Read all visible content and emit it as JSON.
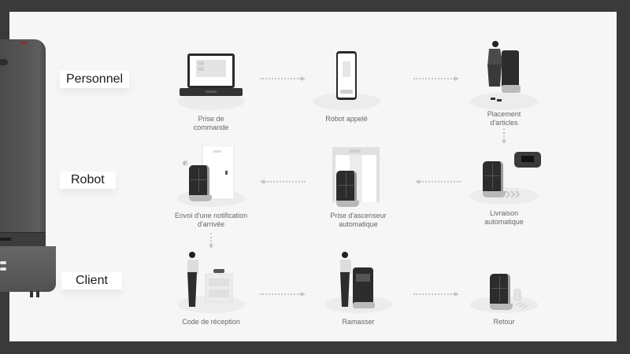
{
  "roles": [
    {
      "id": "personnel",
      "label": "Personnel"
    },
    {
      "id": "robot",
      "label": "Robot"
    },
    {
      "id": "client",
      "label": "Client"
    }
  ],
  "steps": {
    "prise_commande": {
      "caption_l1": "Prise de",
      "caption_l2": "commande",
      "icon": "laptop-icon"
    },
    "robot_appele": {
      "caption_l1": "Robot appelé",
      "caption_l2": "",
      "icon": "smartphone-icon"
    },
    "placement": {
      "caption_l1": "Placement",
      "caption_l2": "d'articles",
      "icon": "staff-loading-robot-icon"
    },
    "livraison": {
      "caption_l1": "Livraison",
      "caption_l2": "automatique",
      "icon": "robot-moving-icon"
    },
    "ascenseur": {
      "caption_l1": "Prise d'ascenseur",
      "caption_l2": "automatique",
      "icon": "elevator-robot-icon"
    },
    "notification": {
      "caption_l1": "Envoi d'une notification",
      "caption_l2": "d'arrivée",
      "icon": "robot-at-door-icon"
    },
    "code_reception": {
      "caption_l1": "Code de réception",
      "caption_l2": "",
      "icon": "client-phone-icon"
    },
    "ramasser": {
      "caption_l1": "Ramasser",
      "caption_l2": "",
      "icon": "client-pickup-icon"
    },
    "retour": {
      "caption_l1": "Retour",
      "caption_l2": "",
      "icon": "robot-return-icon"
    }
  },
  "colors": {
    "background": "#f6f6f6",
    "frame": "#3a3a3a",
    "robot_body": "#2c2c2c",
    "caption": "#666666",
    "arrow": "#c6c6c6"
  }
}
